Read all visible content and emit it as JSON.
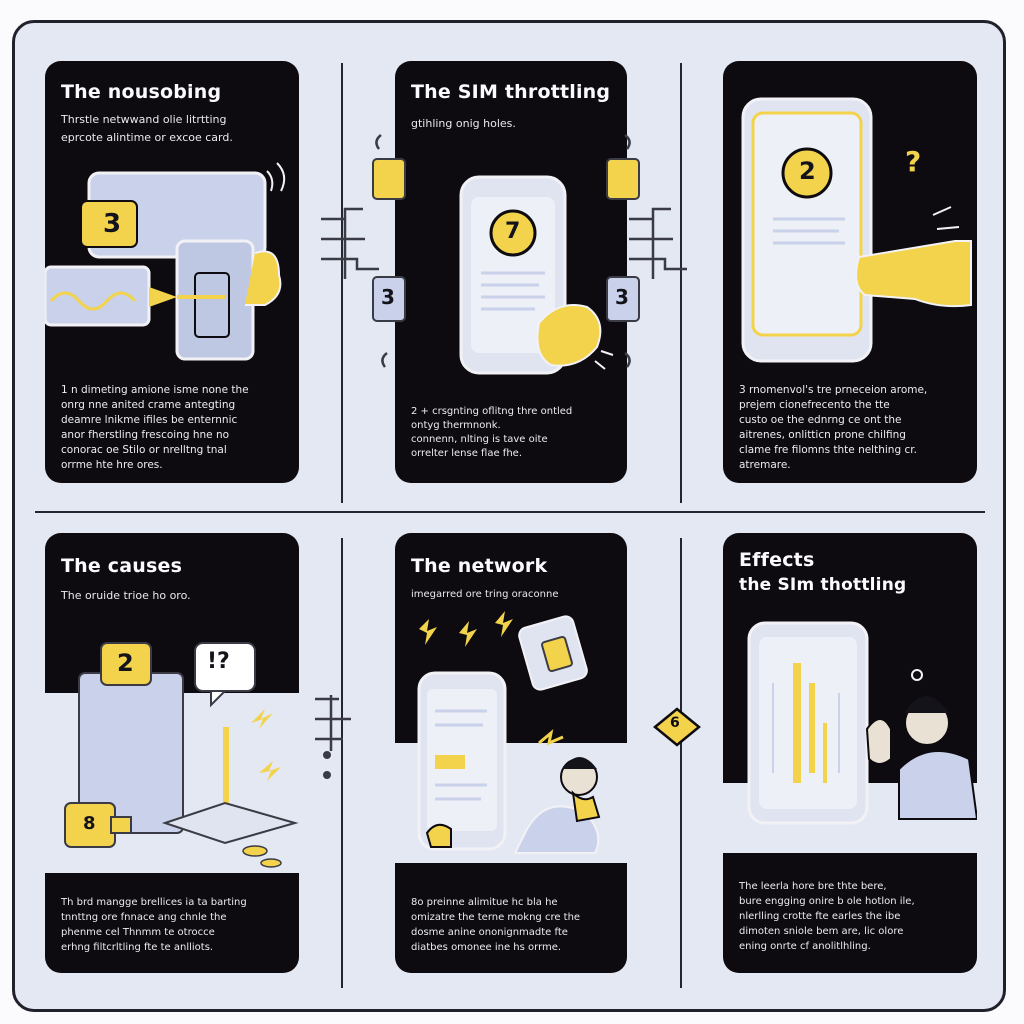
{
  "panels": [
    {
      "title": "The nousobing",
      "subtitle_lines": [
        "Thrstle netwwand olie litrtting",
        "eprcote alintime or excoe card."
      ],
      "card_number": "3",
      "body_lines": [
        "1 n dimeting amione isme none the",
        "onrg nne anited crame antegting",
        "deamre lnikme ifiles be enternnic",
        "anor fherstling frescoing hne no",
        "conorac oe Stilo or nrelltng tnal",
        "orrme hte hre ores."
      ]
    },
    {
      "title": "The SIM throttling",
      "subtitle_lines": [
        "gtihling onig holes."
      ],
      "card_number": "7",
      "side_numbers": [
        "3",
        "3"
      ],
      "body_lines": [
        "2 + crsgnting oflitng thre ontled",
        "ontyg thermnonk.",
        "connenn, nlting is tave oite",
        "orrelter lense flae fhe."
      ]
    },
    {
      "title": "",
      "subtitle_lines": [],
      "card_number": "2",
      "mark": "?",
      "body_lines": [
        "3 rnomenvol's tre prneceion arome,",
        "prejem cionefrecento the tte",
        "custo oe the ednrng ce ont the",
        "aitrenes, onlitticn prone chilfing",
        "clame fre filomns thte nelthing cr.",
        "atremare."
      ]
    },
    {
      "title": "The causes",
      "subtitle_lines": [
        "The oruide trioe ho oro."
      ],
      "card_number": "2",
      "mark": "!?",
      "sim_label": "8",
      "body_lines": [
        "Th brd mangge brellices ia ta barting",
        "tnnttng ore fnnace ang chnle the",
        "phenme cel Thnmm te otrocce",
        "erhng filtcrltling fte te anlliots."
      ]
    },
    {
      "title": "The network",
      "subtitle_lines": [
        "imegarred ore tring oraconne"
      ],
      "body_lines": [
        "8o preinne alimitue hc bla he",
        "omizatre the terne mokng cre the",
        "dosme anine ononignmadte fte",
        "diatbes omonee ine hs orrme."
      ]
    },
    {
      "title_lines": [
        "Effects",
        "the SIm thottling"
      ],
      "body_lines": [
        "The leerla hore bre thte bere,",
        "bure engging onire b ole hotlon ile,",
        "nlerlling crotte fte earles the ibe",
        "dimoten sniole bem are, lic olore",
        "ening onrte cf anolitlhling."
      ]
    }
  ],
  "hex_badge": "6",
  "colors": {
    "panel_bg": "#0d0b10",
    "board_bg": "#e3e8f3",
    "accent_yellow": "#f2d34b",
    "device_blue": "#c9d2ea"
  }
}
